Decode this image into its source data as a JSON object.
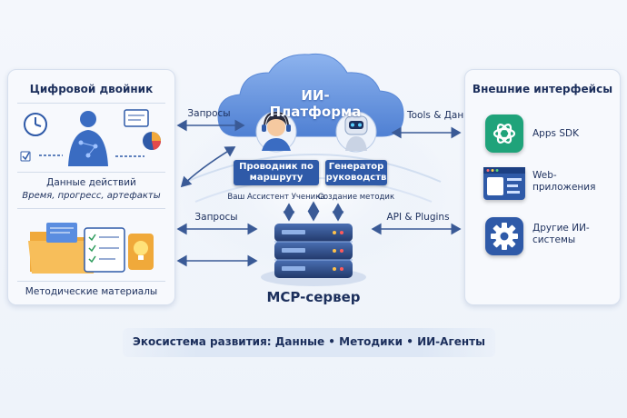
{
  "left_panel": {
    "title": "Цифровой двойник",
    "section1_title": "Данные действий",
    "section1_subtitle": "Время, прогресс, артефакты",
    "section2_title": "Методические материалы"
  },
  "center": {
    "cloud_title": "ИИ-Платформа",
    "guide_label": "Проводник по маршруту",
    "guide_sub": "Ваш Ассистент Ученика",
    "generator_label": "Генератор руководств",
    "generator_sub": "Создание методик",
    "mcp_label": "MCP-сервер"
  },
  "arrows": {
    "left_top": "Запросы",
    "left_bottom": "Запросы",
    "right_top": "Tools & Данные",
    "right_bottom": "API & Plugins"
  },
  "right_panel": {
    "title": "Внешние интерфейсы",
    "items": [
      {
        "label": "Apps SDK",
        "icon": "openai-logo-icon"
      },
      {
        "label": "Web-приложения",
        "icon": "web-app-icon"
      },
      {
        "label": "Другие ИИ-системы",
        "icon": "gear-icon"
      }
    ]
  },
  "footer": {
    "text": "Экосистема развития: Данные • Методики • ИИ-Агенты"
  },
  "colors": {
    "primary": "#2f5aa8",
    "dark_text": "#1c2f5c",
    "cloud": "#6f9be0",
    "openai_green": "#1fa37a",
    "server": "#2f4f8f"
  }
}
